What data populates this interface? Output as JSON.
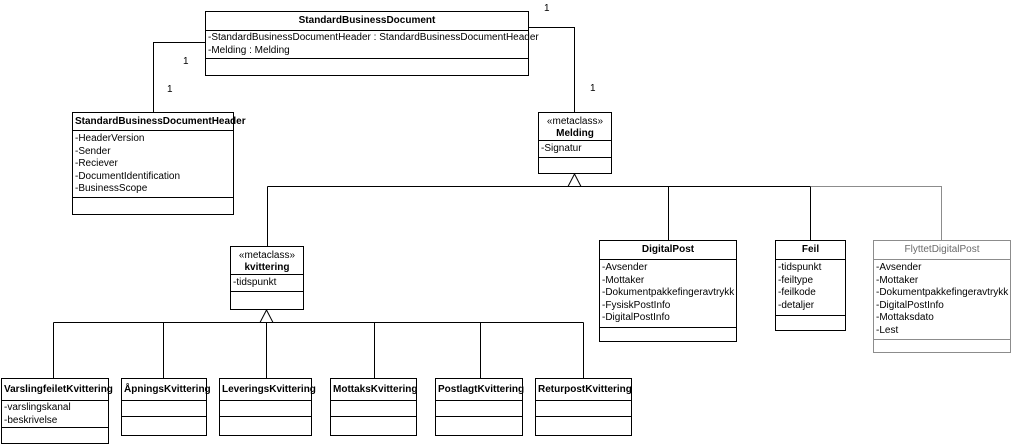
{
  "classes": {
    "sbd": {
      "name": "StandardBusinessDocument",
      "attrs": [
        "-StandardBusinessDocumentHeader : StandardBusinessDocumentHeader",
        "-Melding : Melding"
      ]
    },
    "sbdh": {
      "name": "StandardBusinessDocumentHeader",
      "attrs": [
        "-HeaderVersion",
        "-Sender",
        "-Reciever",
        "-DocumentIdentification",
        "-BusinessScope"
      ]
    },
    "melding": {
      "stereotype": "«metaclass»",
      "name": "Melding",
      "attrs": [
        "-Signatur"
      ]
    },
    "kvittering": {
      "stereotype": "«metaclass»",
      "name": "kvittering",
      "attrs": [
        "-tidspunkt"
      ]
    },
    "digitalpost": {
      "name": "DigitalPost",
      "attrs": [
        "-Avsender",
        "-Mottaker",
        "-Dokumentpakkefingeravtrykk",
        "-FysiskPostInfo",
        "-DigitalPostInfo"
      ]
    },
    "feil": {
      "name": "Feil",
      "attrs": [
        "-tidspunkt",
        "-feiltype",
        "-feilkode",
        "-detaljer"
      ]
    },
    "flyttet": {
      "name": "FlyttetDigitalPost",
      "attrs": [
        "-Avsender",
        "-Mottaker",
        "-Dokumentpakkefingeravtrykk",
        "-DigitalPostInfo",
        "-Mottaksdato",
        "-Lest"
      ]
    },
    "varsling": {
      "name": "VarslingfeiletKvittering",
      "attrs": [
        "-varslingskanal",
        "-beskrivelse"
      ]
    },
    "apnings": {
      "name": "ÅpningsKvittering",
      "attrs": []
    },
    "leverings": {
      "name": "LeveringsKvittering",
      "attrs": []
    },
    "mottaks": {
      "name": "MottaksKvittering",
      "attrs": []
    },
    "postlagt": {
      "name": "PostlagtKvittering",
      "attrs": []
    },
    "returpost": {
      "name": "ReturpostKvittering",
      "attrs": []
    }
  },
  "multiplicities": {
    "sbd_right": "1",
    "melding_top": "1",
    "sbd_left": "1",
    "sbdh_top": "1"
  },
  "colors": {
    "line": "#000000",
    "inactive": "#8c8c8c"
  }
}
